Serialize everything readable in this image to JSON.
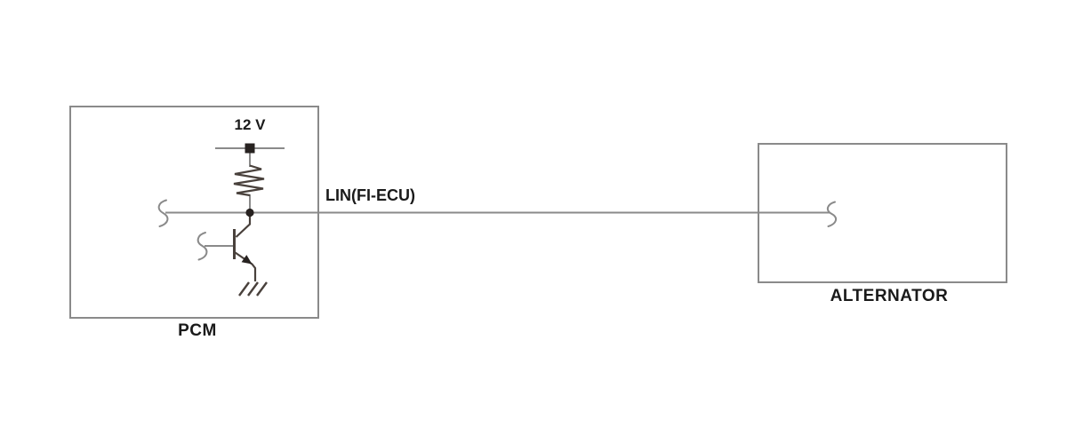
{
  "diagram": {
    "labels": {
      "supply_voltage": "12 V",
      "signal_line": "LIN(FI-ECU)",
      "left_box": "PCM",
      "right_box": "ALTERNATOR"
    },
    "colors": {
      "background": "#ffffff",
      "wire": "#8a8a8a",
      "component": "#49413c",
      "terminal": "#272220",
      "text": "#1a1a1a"
    },
    "symbols": [
      "supply-terminal-square",
      "pull-up-resistor-coil",
      "junction-dot",
      "npn-transistor",
      "emitter-arrowhead",
      "chassis-ground",
      "wire-break-mark-left",
      "wire-break-mark-base",
      "wire-break-mark-alternator"
    ]
  }
}
